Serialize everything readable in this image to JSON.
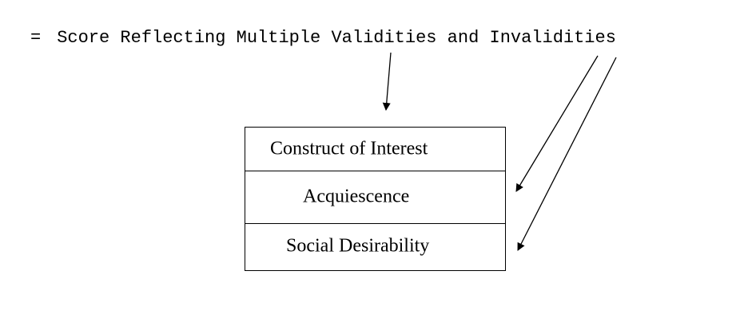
{
  "header": {
    "equals_sign": "=",
    "score_text": "Score Reflecting Multiple Validities and Invalidities"
  },
  "components": [
    {
      "label": "Construct of Interest"
    },
    {
      "label": "Acquiescence"
    },
    {
      "label": "Social Desirability"
    }
  ],
  "style": {
    "line_color": "#000000",
    "background_color": "#ffffff"
  }
}
